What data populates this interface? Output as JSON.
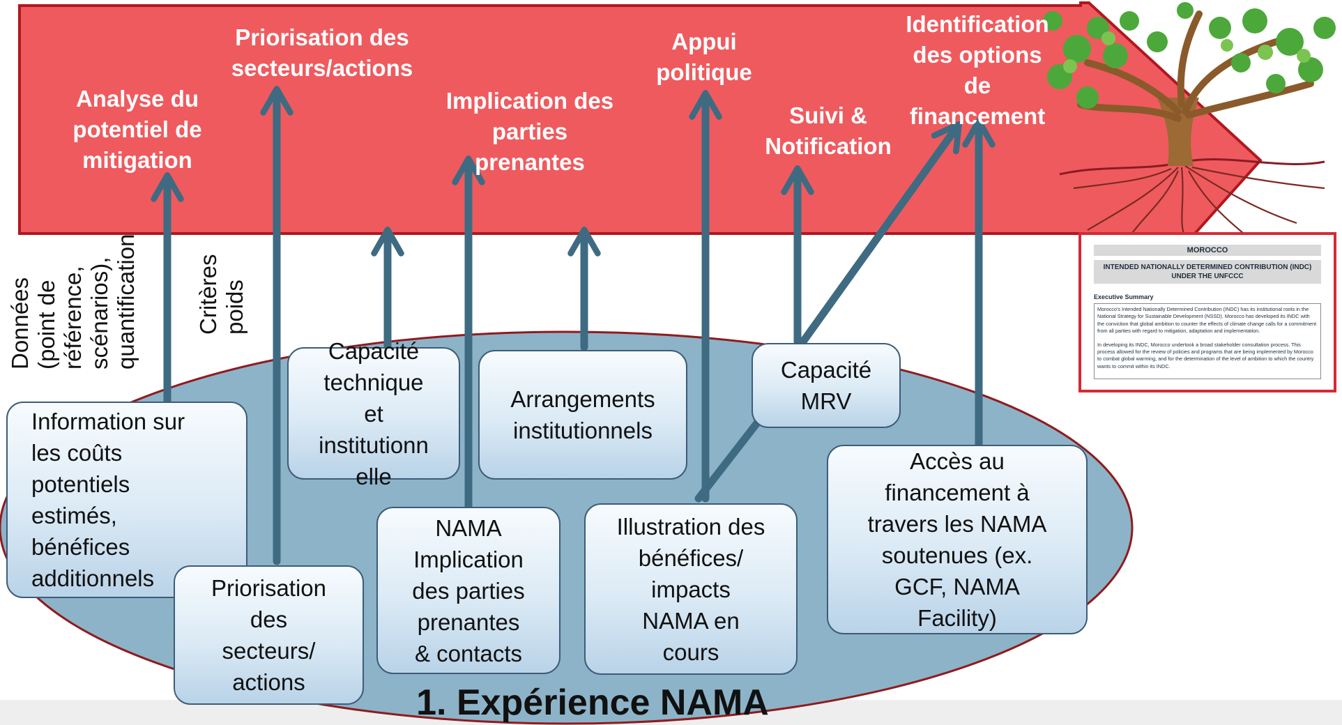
{
  "colors": {
    "banner": "#ef5a5e",
    "banner_border": "#b0181f",
    "ellipse": "#8db3c8",
    "ellipse_border": "#8f1b1e",
    "arrow": "#3e6b82",
    "box_border": "#3d5c78"
  },
  "banner_labels": [
    {
      "text": "Analyse du\npotentiel de\nmitigation"
    },
    {
      "text": "Priorisation des\nsecteurs/actions"
    },
    {
      "text": "Implication des\nparties\nprenantes"
    },
    {
      "text": "Appui\npolitique"
    },
    {
      "text": "Suivi &\nNotification"
    },
    {
      "text": "Identification\ndes options\nde\nfinancement"
    }
  ],
  "side_labels": [
    {
      "text": "Données\n(point de\nréférence,\nscénarios),\nquantification"
    },
    {
      "text": "Critères\npoids"
    }
  ],
  "boxes": [
    {
      "text": "Information sur\nles coûts\npotentiels\nestimés,\nbénéfices\nadditionnels"
    },
    {
      "text": "Capacité\ntechnique\net\ninstitutionn\nelle"
    },
    {
      "text": "Arrangements\ninstitutionnels"
    },
    {
      "text": "Capacité\nMRV"
    },
    {
      "text": "Accès au\nfinancement à\ntravers les NAMA\nsoutenues (ex.\nGCF, NAMA\nFacility)"
    },
    {
      "text": "Priorisation\ndes\nsecteurs/\nactions"
    },
    {
      "text": "NAMA\nImplication\ndes parties\nprenantes\n& contacts"
    },
    {
      "text": "Illustration des\nbénéfices/\nimpacts\nNAMA en\ncours"
    }
  ],
  "bottom_title": "1.  Expérience NAMA",
  "document": {
    "country": "MOROCCO",
    "title": "INTENDED NATIONALLY DETERMINED CONTRIBUTION (INDC)\nUNDER THE UNFCCC",
    "section": "Executive Summary",
    "paragraph1": "Morocco's Intended Nationally Determined Contribution (INDC) has its institutional roots in the National Strategy for Sustainable Development (NSSD). Morocco has developed its INDC with the conviction that global ambition to counter the effects of climate change calls for a commitment from all parties with regard to mitigation, adaptation and implementation.",
    "paragraph2": "In developing its INDC, Morocco undertook a broad stakeholder consultation process. This process allowed for the review of policies and programs that are being implemented by Morocco to combat global warming, and for the determination of the level of ambition to which the country wants to commit within its INDC."
  }
}
